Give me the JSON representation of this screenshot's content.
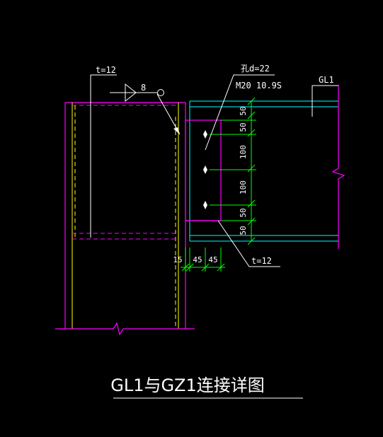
{
  "drawing": {
    "title": "GL1与GZ1连接详图",
    "column_plate_label": "t=12",
    "weld_size": "8",
    "bolt_hole_label": "孔d=22",
    "bolt_spec": "M20 10.9S",
    "beam_label": "GL1",
    "lower_plate_label": "t=12",
    "vertical_dims": [
      "50",
      "50",
      "100",
      "100",
      "50",
      "50"
    ],
    "horizontal_dims": [
      "15",
      "45",
      "45"
    ]
  },
  "colors": {
    "background": "#000000",
    "column": "#ff00ff",
    "column_hidden": "#ffff00",
    "beam": "#00ffff",
    "plate": "#ff00ff",
    "dimension": "#00ff00",
    "text": "#ffffff",
    "leader": "#ffffff"
  }
}
